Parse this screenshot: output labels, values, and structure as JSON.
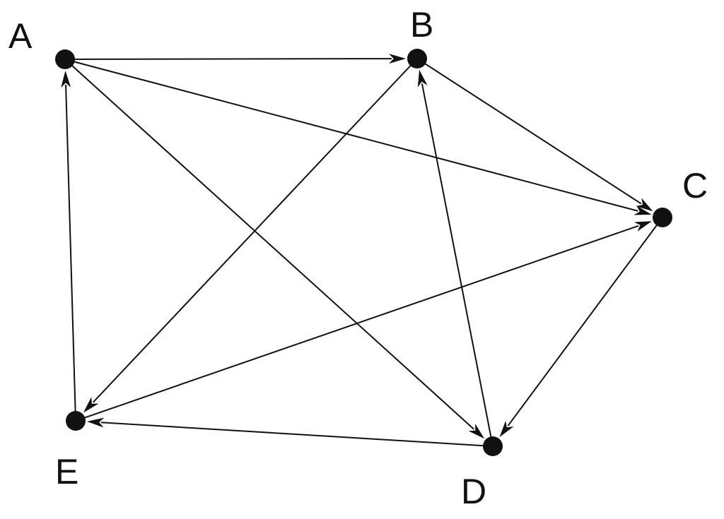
{
  "graph": {
    "nodes": [
      {
        "id": "A",
        "label": "A"
      },
      {
        "id": "B",
        "label": "B"
      },
      {
        "id": "C",
        "label": "C"
      },
      {
        "id": "D",
        "label": "D"
      },
      {
        "id": "E",
        "label": "E"
      }
    ],
    "edges": [
      {
        "from": "A",
        "to": "B"
      },
      {
        "from": "A",
        "to": "C"
      },
      {
        "from": "A",
        "to": "D"
      },
      {
        "from": "B",
        "to": "C"
      },
      {
        "from": "B",
        "to": "E"
      },
      {
        "from": "C",
        "to": "D"
      },
      {
        "from": "D",
        "to": "B"
      },
      {
        "from": "D",
        "to": "E"
      },
      {
        "from": "E",
        "to": "A"
      },
      {
        "from": "E",
        "to": "C"
      }
    ]
  },
  "colors": {
    "ink": "#111111",
    "background": "#ffffff"
  }
}
